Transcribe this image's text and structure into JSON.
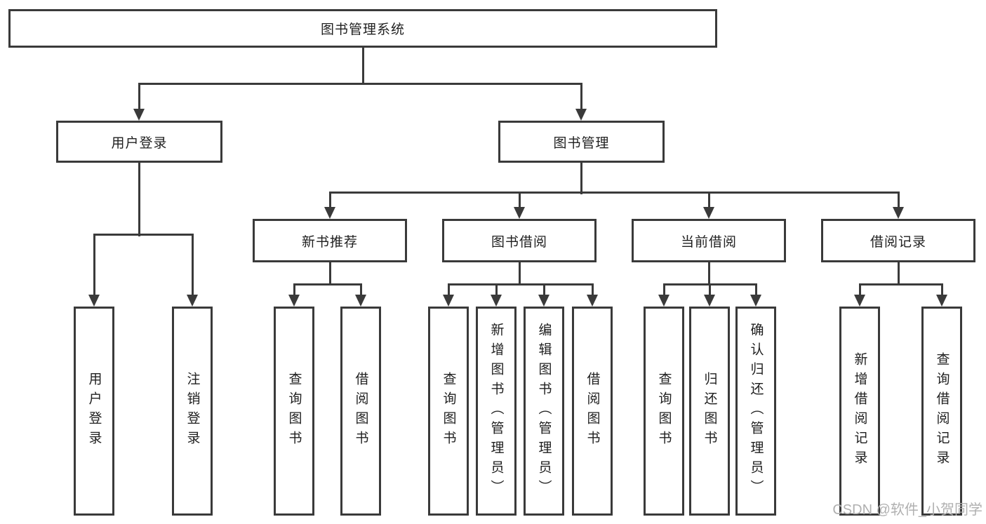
{
  "tree": {
    "label": "图书管理系统",
    "children": [
      {
        "label": "用户登录",
        "children": [
          {
            "label": "用户登录"
          },
          {
            "label": "注销登录"
          }
        ]
      },
      {
        "label": "图书管理",
        "children": [
          {
            "label": "新书推荐",
            "children": [
              {
                "label": "查询图书"
              },
              {
                "label": "借阅图书"
              }
            ]
          },
          {
            "label": "图书借阅",
            "children": [
              {
                "label": "查询图书"
              },
              {
                "label": "新增图书（管理员）"
              },
              {
                "label": "编辑图书（管理员）"
              },
              {
                "label": "借阅图书"
              }
            ]
          },
          {
            "label": "当前借阅",
            "children": [
              {
                "label": "查询图书"
              },
              {
                "label": "归还图书"
              },
              {
                "label": "确认归还（管理员）"
              }
            ]
          },
          {
            "label": "借阅记录",
            "children": [
              {
                "label": "新增借阅记录"
              },
              {
                "label": "查询借阅记录"
              }
            ]
          }
        ]
      }
    ]
  },
  "watermark": "CSDN @软件_小贺同学",
  "colors": {
    "background": "#ffffff",
    "line": "#3a3a3a",
    "border": "#3a3a3a",
    "text": "#1f1f1f",
    "watermark": "#b0b0b0"
  }
}
